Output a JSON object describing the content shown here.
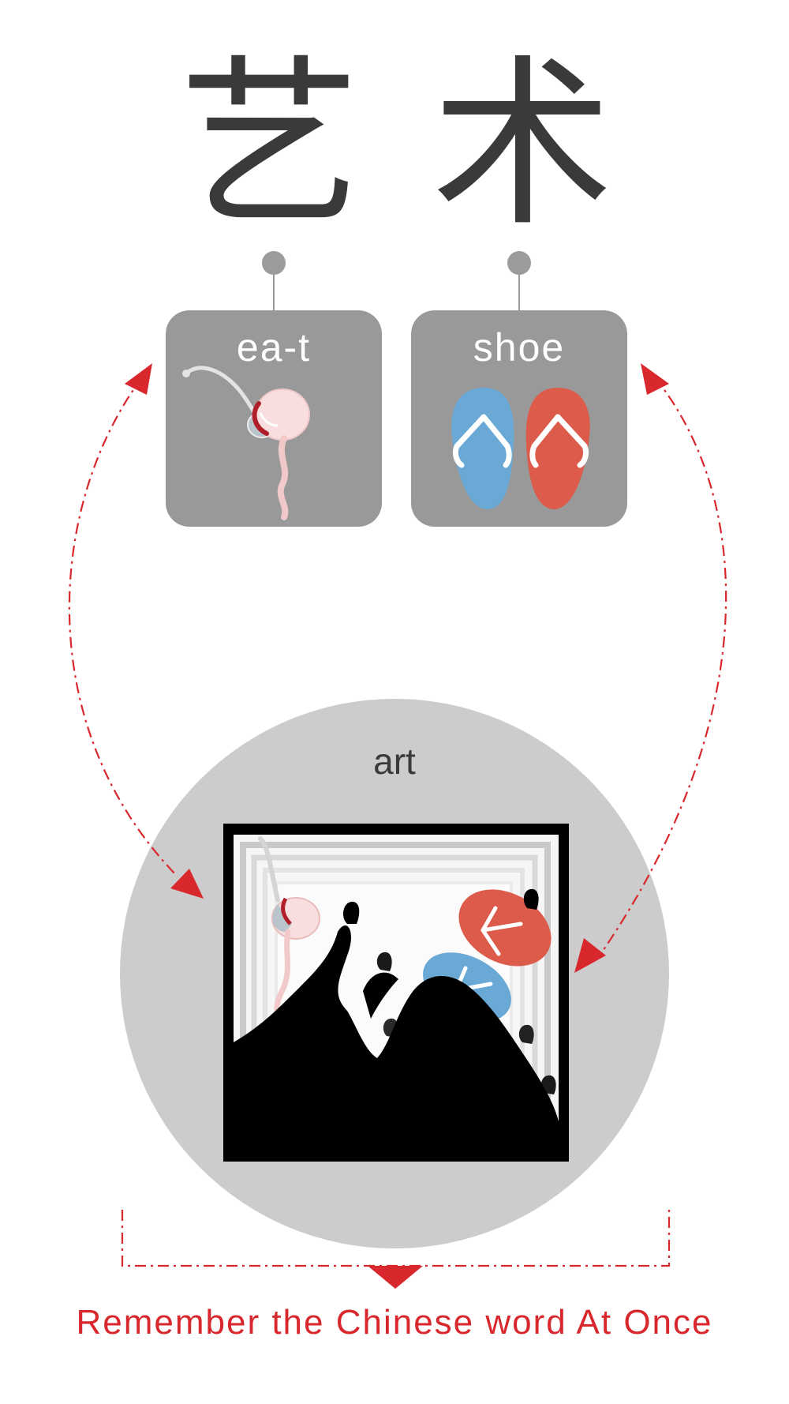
{
  "characters": [
    "艺",
    "术"
  ],
  "components": [
    {
      "label": "ea-t",
      "icon": "ladle-and-mouth-icon"
    },
    {
      "label": "shoe",
      "icon": "flip-flops-icon"
    }
  ],
  "combined": {
    "label": "art",
    "icon": "art-painting-icon"
  },
  "tagline": "Remember the Chinese word At Once",
  "colors": {
    "accent": "#d8272d",
    "card": "#999999",
    "circle": "#cccccc",
    "text": "#3a3a3a",
    "blue_sandal": "#6aa9d6",
    "red_sandal": "#dd5b4b"
  }
}
